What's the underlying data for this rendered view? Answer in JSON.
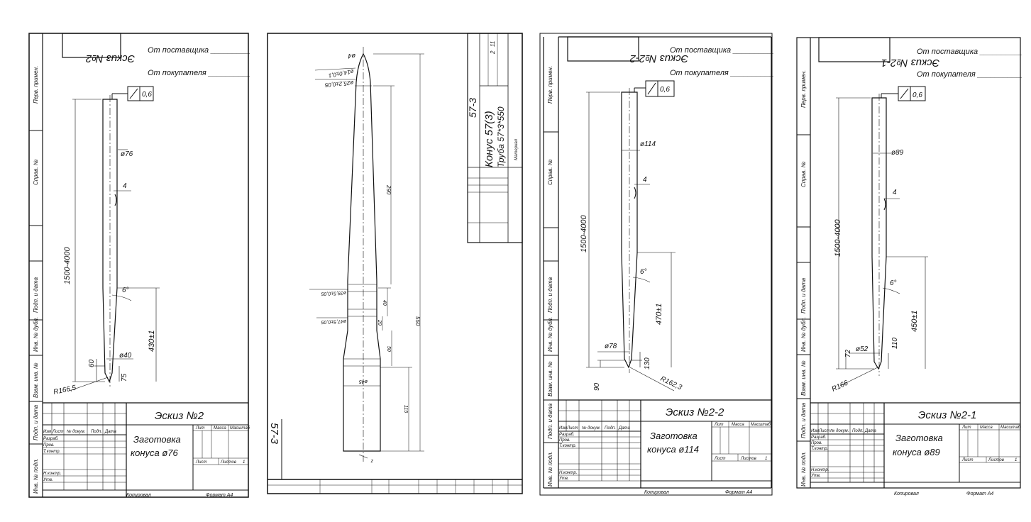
{
  "sheets": [
    {
      "id": "s2",
      "sketch_box": "Эскиз №2",
      "from_supplier": "От поставщика ___________",
      "from_buyer": "От покупателя ___________",
      "tolerance": "0,6",
      "dims": {
        "length": "1500-4000",
        "diameter": "ø76",
        "wall": "4",
        "angle": "6°",
        "taper_len": "430±1",
        "tip_d": "ø40",
        "tip_len": "60",
        "tip_h": "75",
        "radius": "R166,5"
      },
      "title": "Эскиз №2",
      "part_name_1": "Заготовка",
      "part_name_2": "конуса ø76",
      "copied": "Копировал",
      "format": "Формат  А4",
      "side_labels": [
        "Перв. примен.",
        "Справ. №",
        "Подп. и дата",
        "Инв. № дубл.",
        "Взам. инв. №",
        "Подп. и дата",
        "Инв. № подл."
      ],
      "tb": {
        "izm": "Изм",
        "list": "Лист",
        "doc": "№ докум.",
        "sign": "Подп.",
        "date": "Дата",
        "lit": "Лит",
        "mass": "Масса",
        "scale": "Масштаб",
        "razrab": "Разраб.",
        "prov": "Пров.",
        "tkontr": "Т.контр.",
        "nkontr": "Н.контр.",
        "utv": "Утв.",
        "sheet": "Лист",
        "sheets": "Листов",
        "sheets_n": "1"
      }
    },
    {
      "id": "s573",
      "code_vertical": "57-3",
      "code_bottom": "57-3",
      "title_1": "Конус 57(3)",
      "title_2": "Труба 57*3*550",
      "title_3": "Материал",
      "sheet_num": "2",
      "sheets_num": "11",
      "dims": {
        "top_d": "ø4",
        "d1": "ø14,0±0,1",
        "d2": "ø25,2±0,05",
        "l1": "290",
        "l_total": "550",
        "d3": "ø39,5±0,05",
        "d4": "ø47,5±0,05",
        "l2": "40",
        "l3": "20",
        "l4": "50",
        "l5": "115",
        "bottom_d": "ø45",
        "z": "z"
      }
    },
    {
      "id": "s22",
      "sketch_box": "Эскиз №2-2",
      "from_supplier": "От поставщика ___________",
      "from_buyer": "От покупателя ___________",
      "tolerance": "0,6",
      "dims": {
        "length": "1500-4000",
        "diameter": "ø114",
        "wall": "4",
        "angle": "6°",
        "taper_len": "470±1",
        "tip_d": "ø78",
        "tip_len": "90",
        "tip_h": "130",
        "radius": "R162,3"
      },
      "title": "Эскиз №2-2",
      "part_name_1": "Заготовка",
      "part_name_2": "конуса ø114",
      "copied": "Копировал",
      "format": "Формат  А4"
    },
    {
      "id": "s21",
      "sketch_box": "Эскиз №2-1",
      "from_supplier": "От поставщика ___________",
      "from_buyer": "От покупателя ___________",
      "tolerance": "0,6",
      "dims": {
        "length": "1500-4000",
        "diameter": "ø89",
        "wall": "4",
        "angle": "6°",
        "taper_len": "450±1",
        "tip_d": "ø52",
        "tip_len": "72",
        "tip_h": "110",
        "radius": "R166"
      },
      "title": "Эскиз №2-1",
      "part_name_1": "Заготовка",
      "part_name_2": "конуса ø89",
      "copied": "Копировал",
      "format": "Формат  А4"
    }
  ]
}
